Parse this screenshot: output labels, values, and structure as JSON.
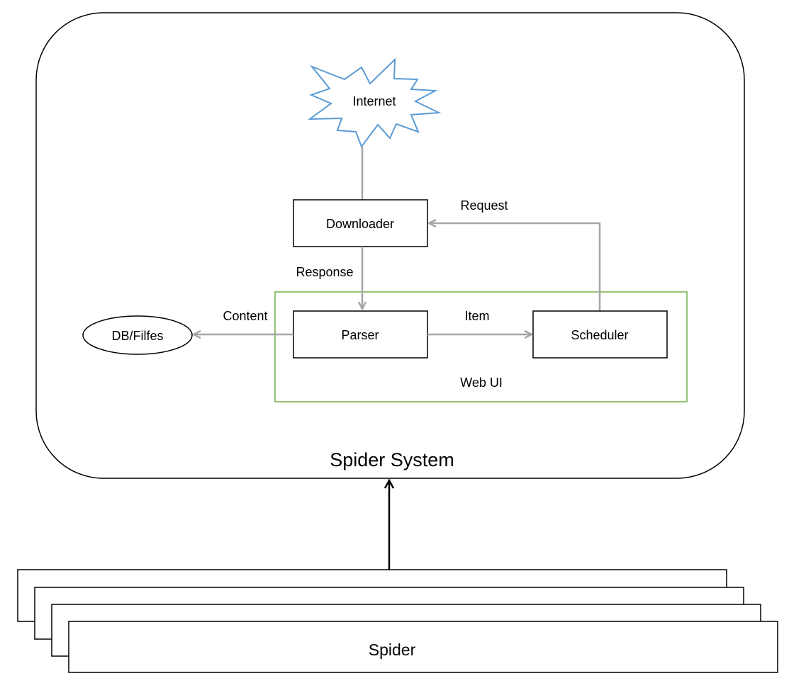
{
  "diagram": {
    "system_label": "Spider System",
    "internet_label": "Internet",
    "downloader_label": "Downloader",
    "parser_label": "Parser",
    "scheduler_label": "Scheduler",
    "db_label": "DB/Filfes",
    "web_ui_label": "Web UI",
    "spider_label": "Spider",
    "edges": {
      "request": "Request",
      "response": "Response",
      "content": "Content",
      "item": "Item"
    },
    "colors": {
      "internet_stroke": "#5b9bd5",
      "web_ui_stroke": "#70ad47",
      "edge_stroke": "#a6a6a6",
      "box_stroke": "#000000"
    }
  }
}
